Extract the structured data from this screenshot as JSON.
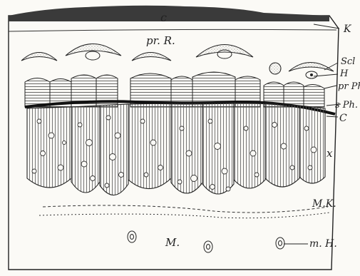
{
  "figure": {
    "ink_color": "#1e1e1e",
    "paper_color": "#fbfaf6",
    "labels": {
      "c_top": "c",
      "pr_R": "pr. R.",
      "K": "K",
      "Scl": "Scl",
      "H": "H",
      "pr_Ph": "pr Ph",
      "s_Ph": "s Ph.",
      "C": "C",
      "x": "x",
      "MK": "M.K.",
      "M": "M.",
      "mH": "m. H."
    }
  }
}
